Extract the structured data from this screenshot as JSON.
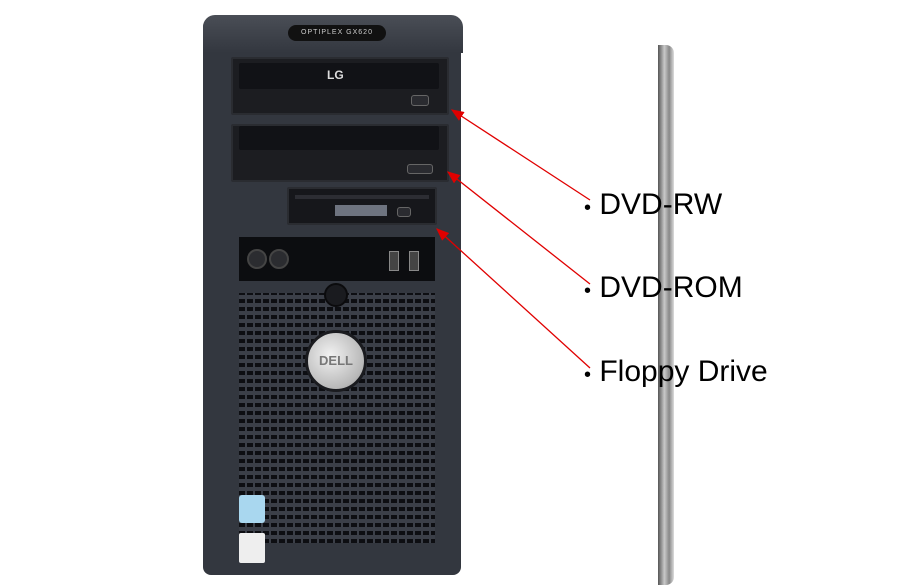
{
  "device": {
    "model_badge": "OPTIPLEX GX620",
    "brand_logo": "DELL",
    "drive_brand": "LG"
  },
  "labels": [
    {
      "bullet": "•",
      "text": "DVD-RW"
    },
    {
      "bullet": "•",
      "text": "DVD-ROM"
    },
    {
      "bullet": "•",
      "text": "Floppy Drive"
    }
  ],
  "colors": {
    "arrow": "#e00000",
    "case": "#33373f"
  }
}
